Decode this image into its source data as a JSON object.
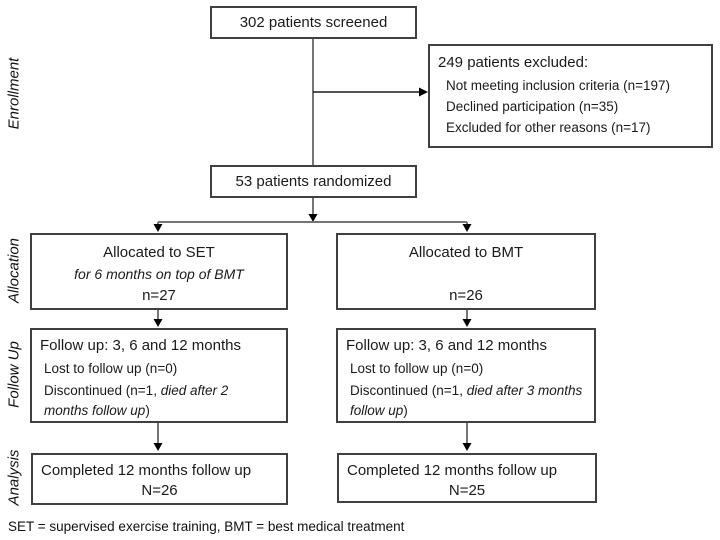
{
  "stages": [
    {
      "label": "Enrollment"
    },
    {
      "label": "Allocation"
    },
    {
      "label": "Follow Up"
    },
    {
      "label": "Analysis"
    }
  ],
  "enrollment": {
    "screened": "302 patients screened",
    "excluded": {
      "title": "249 patients excluded:",
      "reasons": [
        "Not meeting inclusion criteria (n=197)",
        "Declined participation (n=35)",
        "Excluded for other reasons (n=17)"
      ]
    },
    "randomized": "53 patients randomized"
  },
  "allocation": {
    "set": {
      "title": "Allocated to SET",
      "subtitle": "for 6 months on top of BMT",
      "n": "n=27"
    },
    "bmt": {
      "title": "Allocated to BMT",
      "subtitle": "",
      "n": "n=26"
    }
  },
  "follow_up": {
    "set": {
      "title": "Follow up: 3, 6 and 12 months",
      "lost": "Lost to follow up (n=0)",
      "discontinued_prefix": "Discontinued (n=1, ",
      "discontinued_italic": "died after 2 months follow up",
      "discontinued_suffix": ")"
    },
    "bmt": {
      "title": "Follow up: 3, 6 and 12 months",
      "lost": "Lost to follow up (n=0)",
      "discontinued_prefix": "Discontinued (n=1, ",
      "discontinued_italic": "died after 3 months follow up",
      "discontinued_suffix": ")"
    }
  },
  "analysis": {
    "set": {
      "title": "Completed 12 months follow up",
      "n": "N=26"
    },
    "bmt": {
      "title": "Completed 12 months follow up",
      "n": "N=25"
    }
  },
  "footer": "SET = supervised exercise training, BMT = best medical treatment",
  "colors": {
    "box_border": "#404040",
    "flow_line": "#757575",
    "arrowhead": "#000000"
  }
}
